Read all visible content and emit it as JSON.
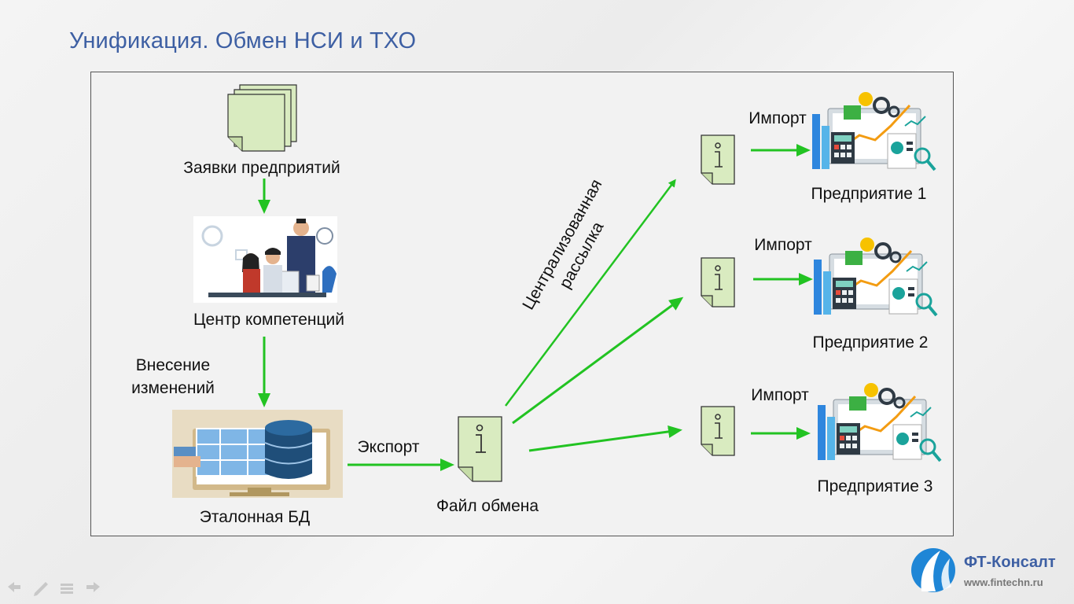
{
  "slide": {
    "title": "Унификация. Обмен НСИ и ТХО"
  },
  "nodes": {
    "requests": "Заявки предприятий",
    "competence_center": "Центр компетенций",
    "changes": "Внесение\nизменений",
    "reference_db": "Эталонная БД",
    "export": "Экспорт",
    "exchange_file": "Файл обмена",
    "distribution": "Централизованная\nрассылка",
    "enterprises": [
      {
        "import": "Импорт",
        "name": "Предприятие 1"
      },
      {
        "import": "Импорт",
        "name": "Предприятие 2"
      },
      {
        "import": "Импорт",
        "name": "Предприятие 3"
      }
    ]
  },
  "colors": {
    "arrow": "#22c322",
    "title": "#3d5fa3",
    "doc_fill": "#d9ebc0",
    "db_blue": "#1f4e79"
  },
  "logo": {
    "name": "ФТ-Консалт",
    "url": "www.fintechn.ru"
  },
  "nav_icons": [
    "back-icon",
    "pen-icon",
    "menu-icon",
    "forward-icon"
  ]
}
